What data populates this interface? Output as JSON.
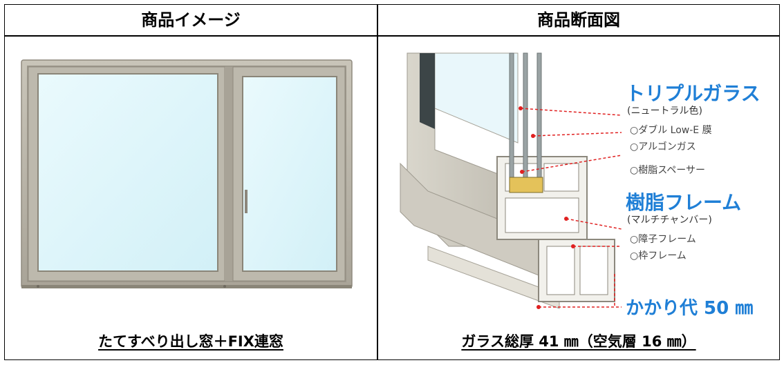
{
  "headers": {
    "left": "商品イメージ",
    "right": "商品断面図"
  },
  "captions": {
    "left": "たてすべり出し窓＋FIX連窓",
    "right": "ガラス総厚 41 ㎜（空気層 16 ㎜）"
  },
  "diagram": {
    "glass_title": "トリプルガラス",
    "glass_sub": "(ニュートラル色)",
    "glass_items": [
      "○ダブル Low-E 膜",
      "○アルゴンガス",
      "○樹脂スペーサー"
    ],
    "frame_title": "樹脂フレーム",
    "frame_sub": "(マルチチャンバー)",
    "frame_items": [
      "○障子フレーム",
      "○枠フレーム"
    ],
    "overlap": "かかり代 50 ㎜",
    "accent_color": "#1f7fd6",
    "frame_color": "#b8b4a8",
    "glass_color": "#e6f7fb"
  }
}
